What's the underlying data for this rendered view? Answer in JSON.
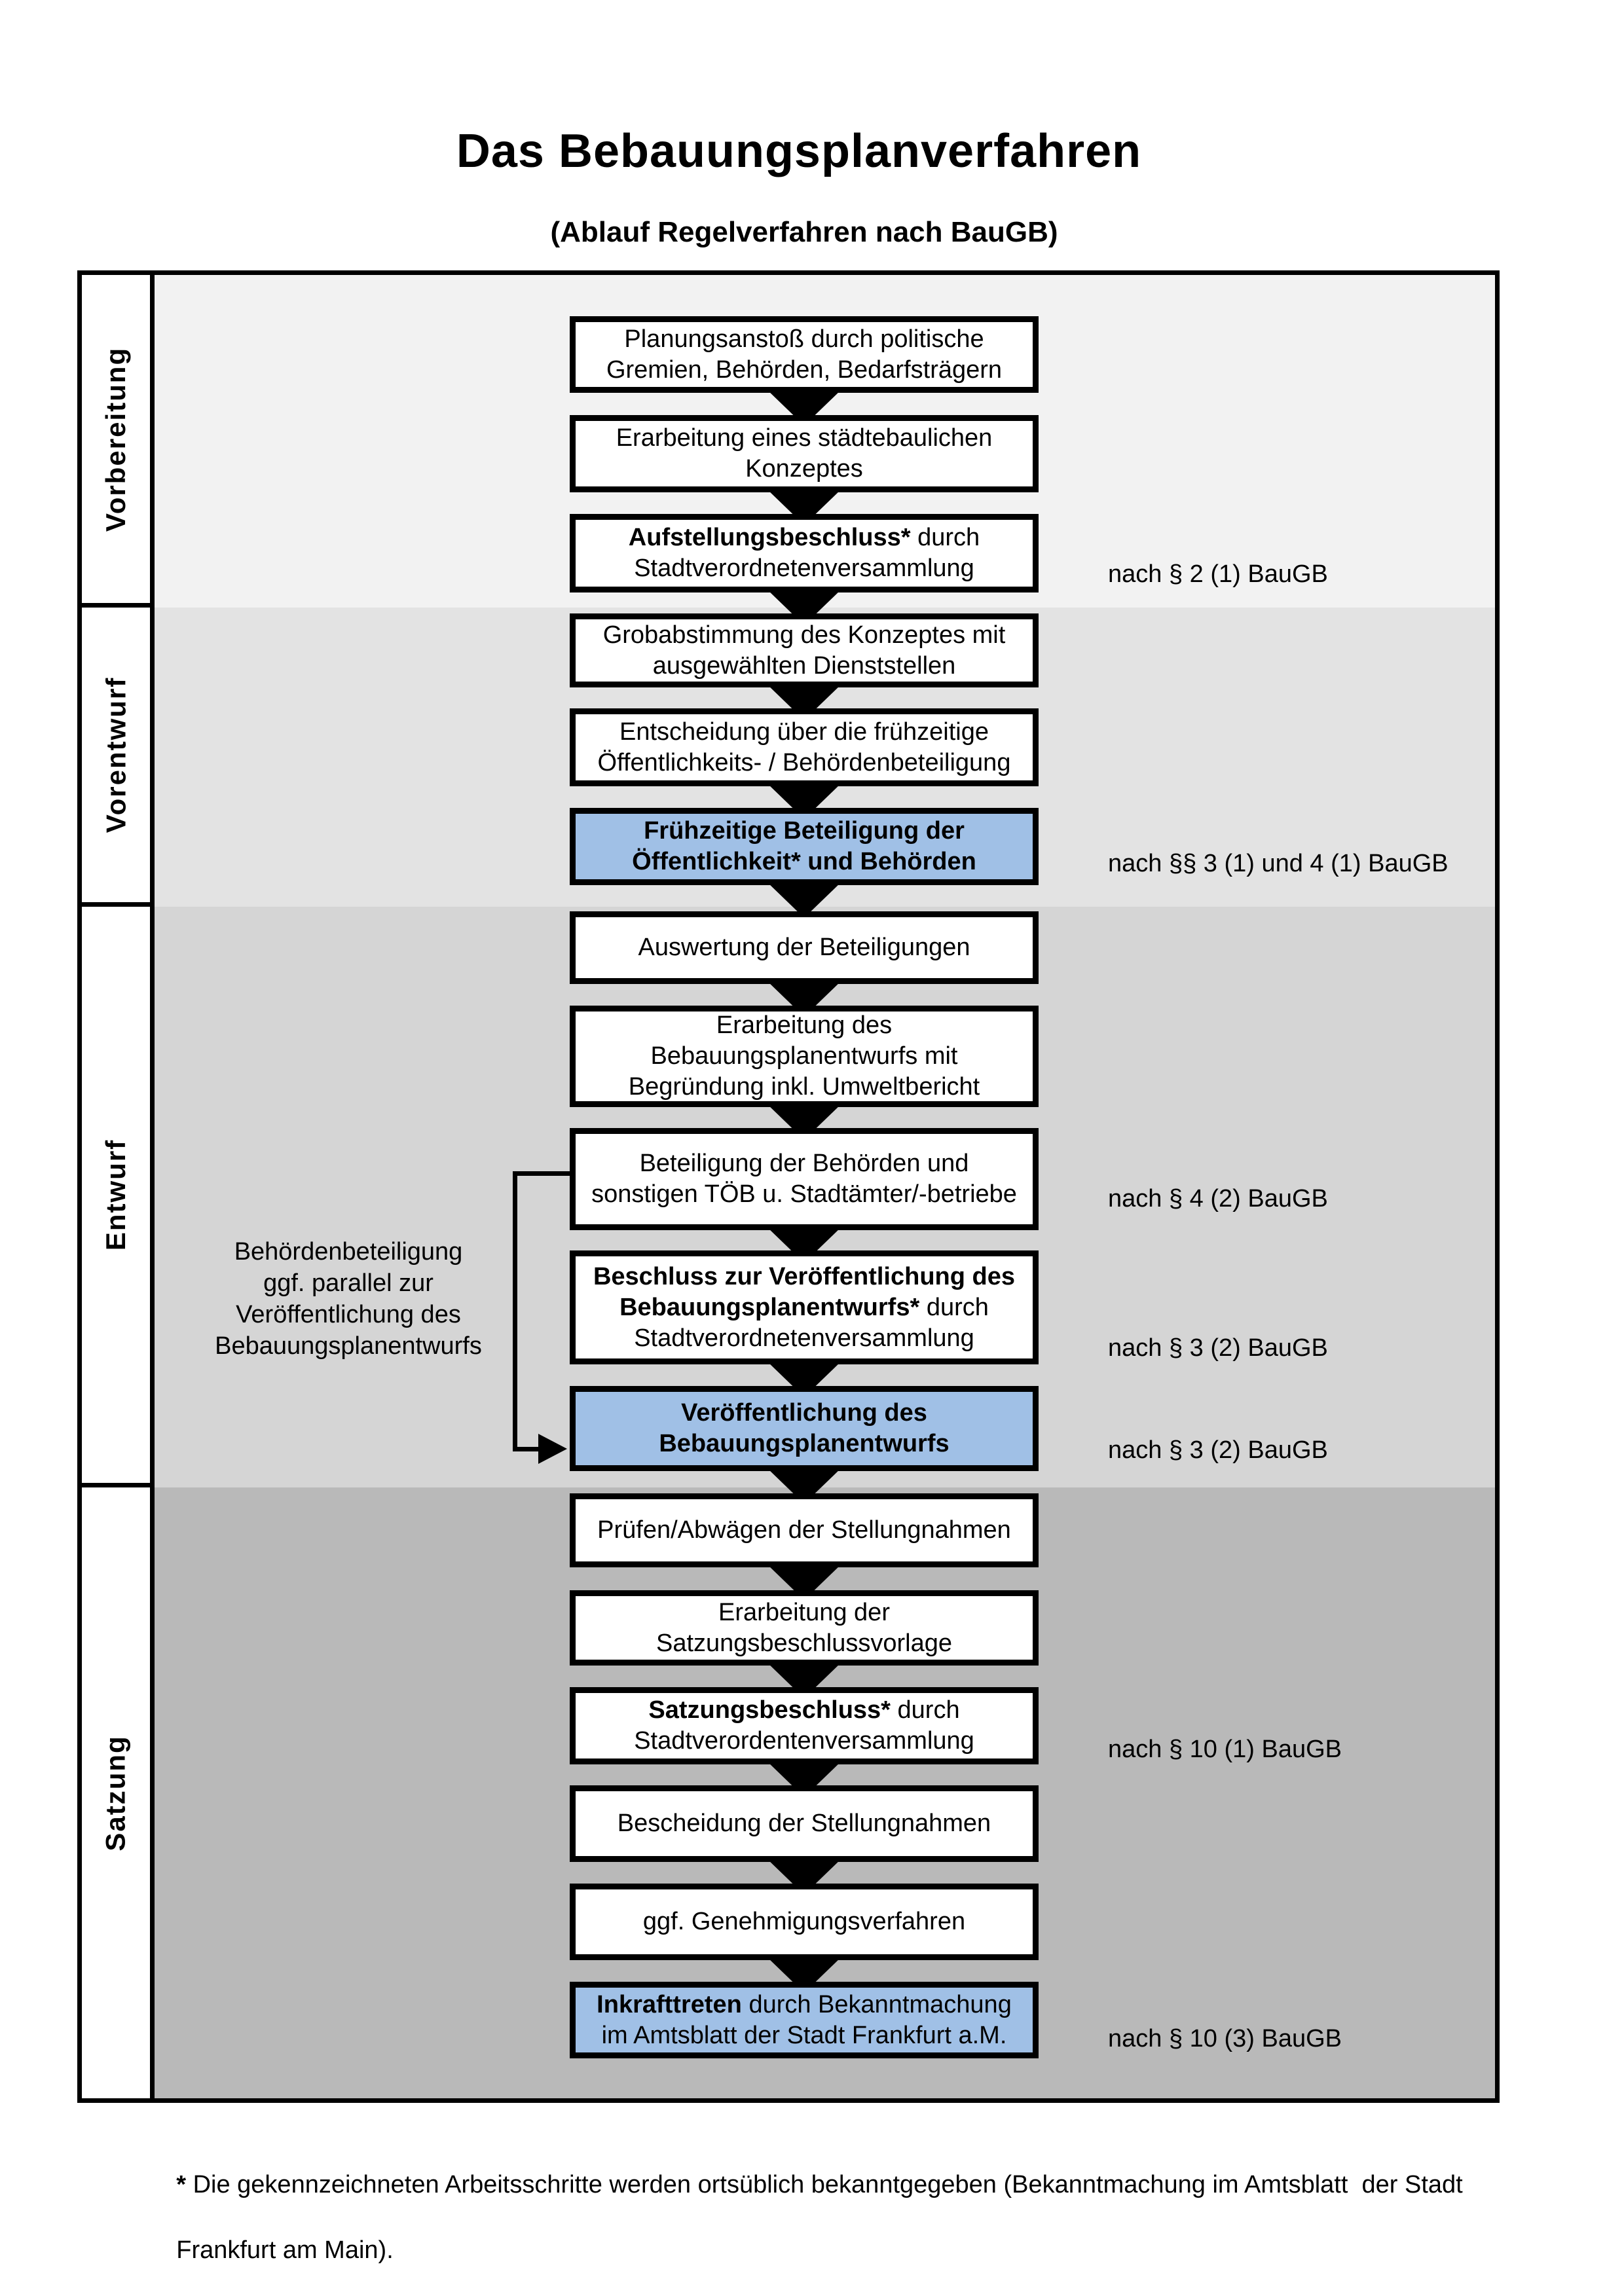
{
  "title": "Das Bebauungsplanverfahren",
  "subtitle": "(Ablauf Regelverfahren nach BauGB)",
  "phases": [
    {
      "label": "Vorbereitung"
    },
    {
      "label": "Vorentwurf"
    },
    {
      "label": "Entwurf"
    },
    {
      "label": "Satzung"
    }
  ],
  "boxes": {
    "b1": {
      "l1": "Planungsanstoß durch politische",
      "l2": "Gremien, Behörden, Bedarfsträgern"
    },
    "b2": {
      "l1": "Erarbeitung eines städtebaulichen",
      "l2": "Konzeptes"
    },
    "b3": {
      "l1b": "Aufstellungsbeschluss*",
      "l1r": " durch",
      "l2": "Stadtverordnetenversammlung"
    },
    "b4": {
      "l1": "Grobabstimmung des Konzeptes mit",
      "l2": "ausgewählten Dienststellen"
    },
    "b5": {
      "l1": "Entscheidung über die frühzeitige",
      "l2": "Öffentlichkeits- / Behördenbeteiligung"
    },
    "b6": {
      "l1": "Frühzeitige Beteiligung der",
      "l2": "Öffentlichkeit* und Behörden"
    },
    "b7": {
      "l1": "Auswertung der Beteiligungen"
    },
    "b8": {
      "l1": "Erarbeitung des",
      "l2": "Bebauungsplanentwurfs mit",
      "l3": "Begründung inkl. Umweltbericht"
    },
    "b9": {
      "l1": "Beteiligung der Behörden und",
      "l2": "sonstigen TÖB u. Stadtämter/-betriebe"
    },
    "b10": {
      "l1b": "Beschluss zur Veröffentlichung des",
      "l2b": "Bebauungsplanentwurfs*",
      "l2r": " durch",
      "l3": "Stadtverordnetenversammlung"
    },
    "b11": {
      "l1": "Veröffentlichung des",
      "l2": "Bebauungsplanentwurfs"
    },
    "b12": {
      "l1": "Prüfen/Abwägen der Stellungnahmen"
    },
    "b13": {
      "l1": "Erarbeitung der",
      "l2": "Satzungsbeschlussvorlage"
    },
    "b14": {
      "l1b": "Satzungsbeschluss*",
      "l1r": " durch",
      "l2": "Stadtverordentenversammlung"
    },
    "b15": {
      "l1": "Bescheidung der Stellungnahmen"
    },
    "b16": {
      "l1": "ggf. Genehmigungsverfahren"
    },
    "b17": {
      "l1b": "Inkrafttreten",
      "l1r": " durch Bekanntmachung",
      "l2": "im Amtsblatt der Stadt Frankfurt a.M."
    }
  },
  "laws": [
    {
      "text": "nach § 2 (1) BauGB"
    },
    {
      "text": "nach §§ 3 (1) und 4 (1) BauGB"
    },
    {
      "text": "nach § 4 (2) BauGB"
    },
    {
      "text": "nach § 3 (2) BauGB"
    },
    {
      "text": "nach § 3 (2) BauGB"
    },
    {
      "text": "nach § 10 (1) BauGB"
    },
    {
      "text": "nach § 10 (3) BauGB"
    }
  ],
  "side_note": {
    "l1": "Behördenbeteiligung",
    "l2": "ggf. parallel zur",
    "l3": "Veröffentlichung des",
    "l4": "Bebauungsplanentwurfs"
  },
  "footnote": {
    "marker": "*",
    "line1": " Die gekennzeichneten Arbeitsschritte werden ortsüblich bekanntgegeben (Bekanntmachung im Amtsblatt  der Stadt",
    "line2": "Frankfurt am Main)."
  },
  "colors": {
    "highlight_blue": "#a0c0e6",
    "phase_backgrounds": [
      "#f2f2f2",
      "#e3e3e3",
      "#d5d5d5",
      "#b9b9b9"
    ],
    "line_black": "#000000"
  }
}
